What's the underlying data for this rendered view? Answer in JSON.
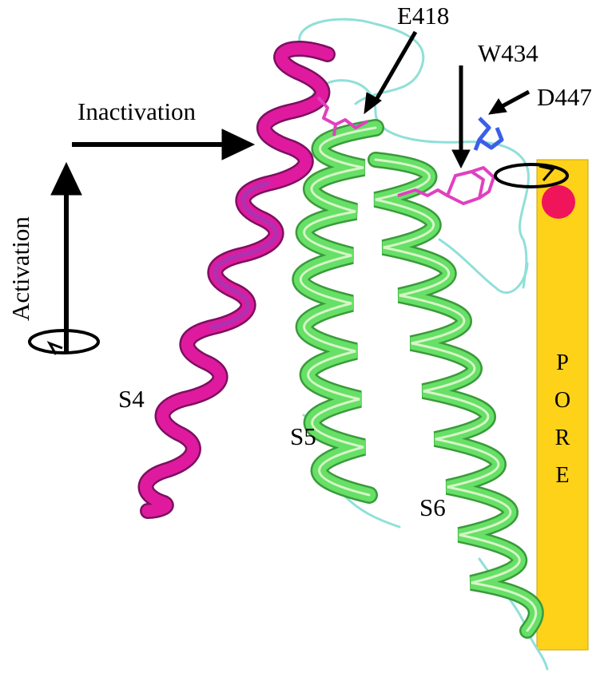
{
  "labels": {
    "inactivation": "Inactivation",
    "activation": "Activation",
    "e418": "E418",
    "w434": "W434",
    "d447": "D447",
    "s4": "S4",
    "s5": "S5",
    "s6": "S6"
  },
  "pore_letters": [
    "P",
    "O",
    "R",
    "E"
  ],
  "colors": {
    "s4_helix": "#e01a9e",
    "s4_helix_shade": "#9a3cb8",
    "s5_s6_helix": "#66e066",
    "helix_highlight": "#d8f5c8",
    "loop": "#8fe0d8",
    "pore": "#ffd21a",
    "pore_edge": "#c8a400",
    "pore_marker": "#f0145a",
    "e418_residue": "#e040c0",
    "w434_residue": "#e040c0",
    "d447_residue": "#3a5fe8",
    "arrows": "#000000"
  }
}
